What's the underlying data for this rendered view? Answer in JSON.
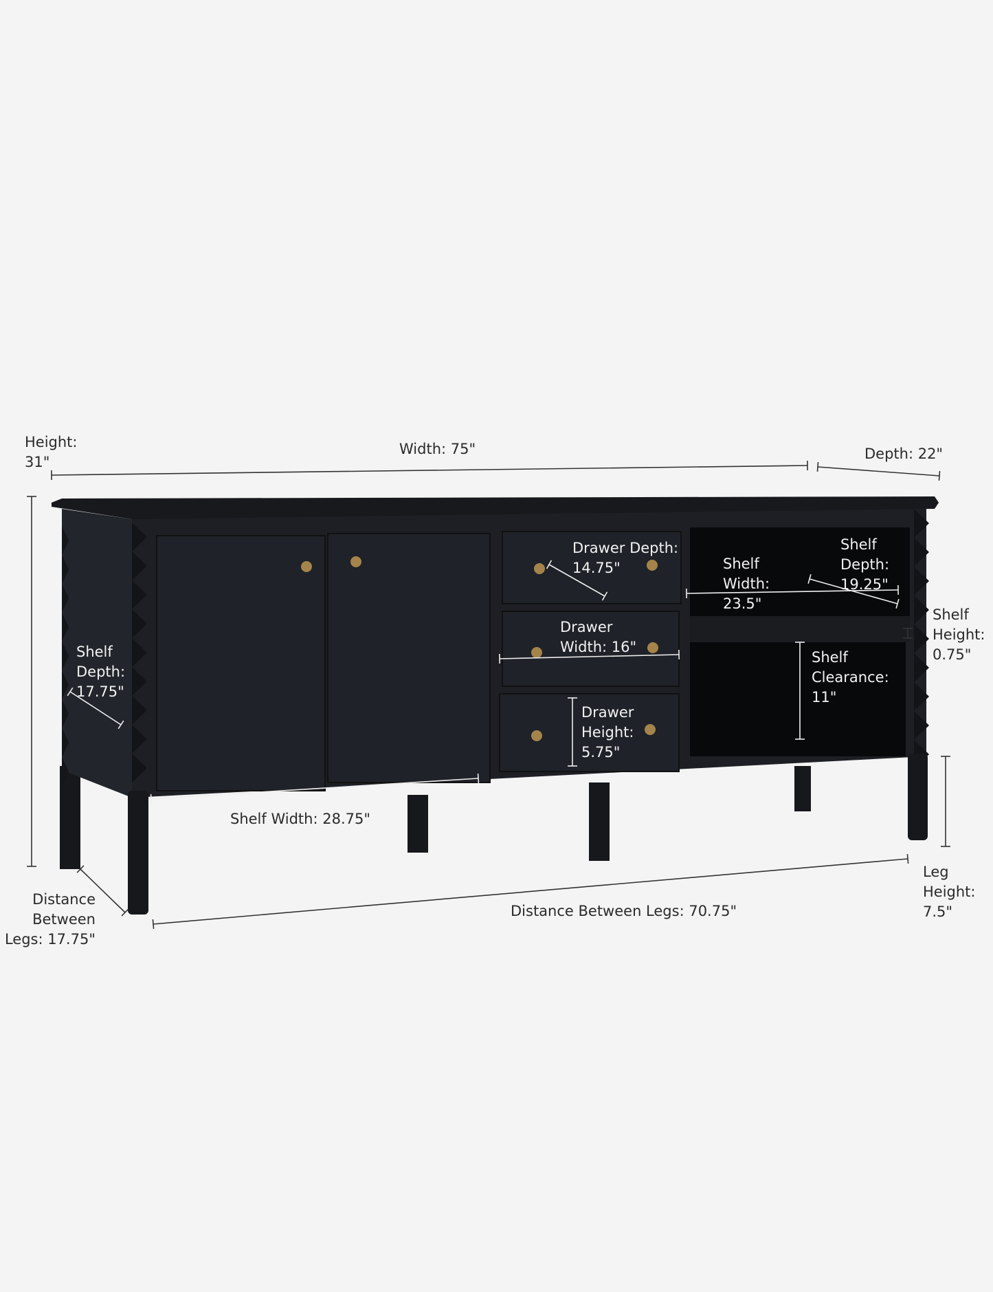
{
  "colors": {
    "background": "#f4f4f4",
    "cabinet": "#1d1f24",
    "knob": "#a4844a",
    "label_outside": "#2a2a2a",
    "label_inside": "#f2f2f2"
  },
  "labels": {
    "height": [
      "Height:",
      "31\""
    ],
    "width": [
      "Width: 75\""
    ],
    "depth": [
      "Depth: 22\""
    ],
    "drawer_depth": [
      "Drawer Depth:",
      "14.75\""
    ],
    "shelf_width_right": [
      "Shelf",
      "Width:",
      "23.5\""
    ],
    "shelf_depth_right": [
      "Shelf",
      "Depth:",
      "19.25\""
    ],
    "shelf_height": [
      "Shelf",
      "Height:",
      "0.75\""
    ],
    "drawer_width": [
      "Drawer",
      "Width: 16\""
    ],
    "shelf_clearance": [
      "Shelf",
      "Clearance:",
      "11\""
    ],
    "shelf_depth_left": [
      "Shelf",
      "Depth:",
      "17.75\""
    ],
    "drawer_height": [
      "Drawer",
      "Height:",
      "5.75\""
    ],
    "shelf_width_left": [
      "Shelf Width: 28.75\""
    ],
    "distance_between_legs_front": [
      "Distance Between Legs: 70.75\""
    ],
    "distance_between_legs_side": [
      "Distance",
      "Between",
      "Legs: 17.75\""
    ],
    "leg_height": [
      "Leg",
      "Height:",
      "7.5\""
    ]
  }
}
